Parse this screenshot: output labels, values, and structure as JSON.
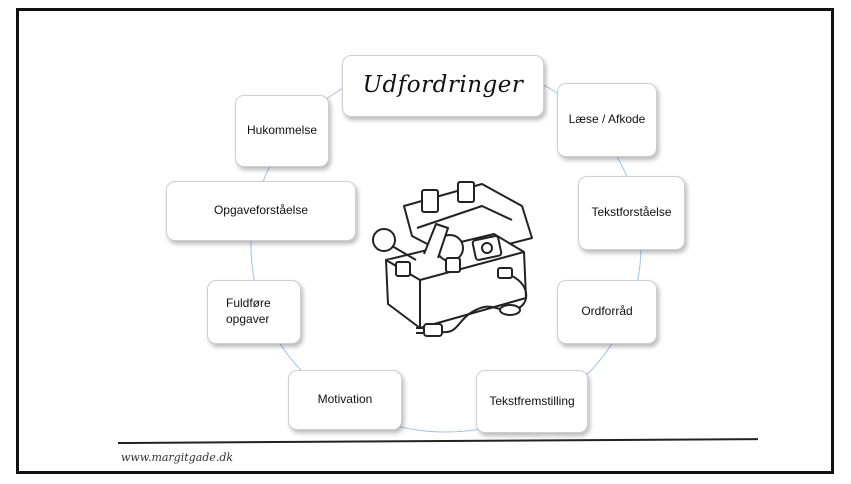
{
  "diagram": {
    "title": "Udfordringer",
    "items": [
      "Læse / Afkode",
      "Tekstforståelse",
      "Ordforråd",
      "Tekstfremstilling",
      "Motivation",
      "Fuldføre opgaver",
      "Opgaveforståelse",
      "Hukommelse"
    ],
    "center_image": "toolbox-illustration",
    "ring_color": "#9fc3e6"
  },
  "footer": {
    "url": "www.margitgade.dk"
  }
}
